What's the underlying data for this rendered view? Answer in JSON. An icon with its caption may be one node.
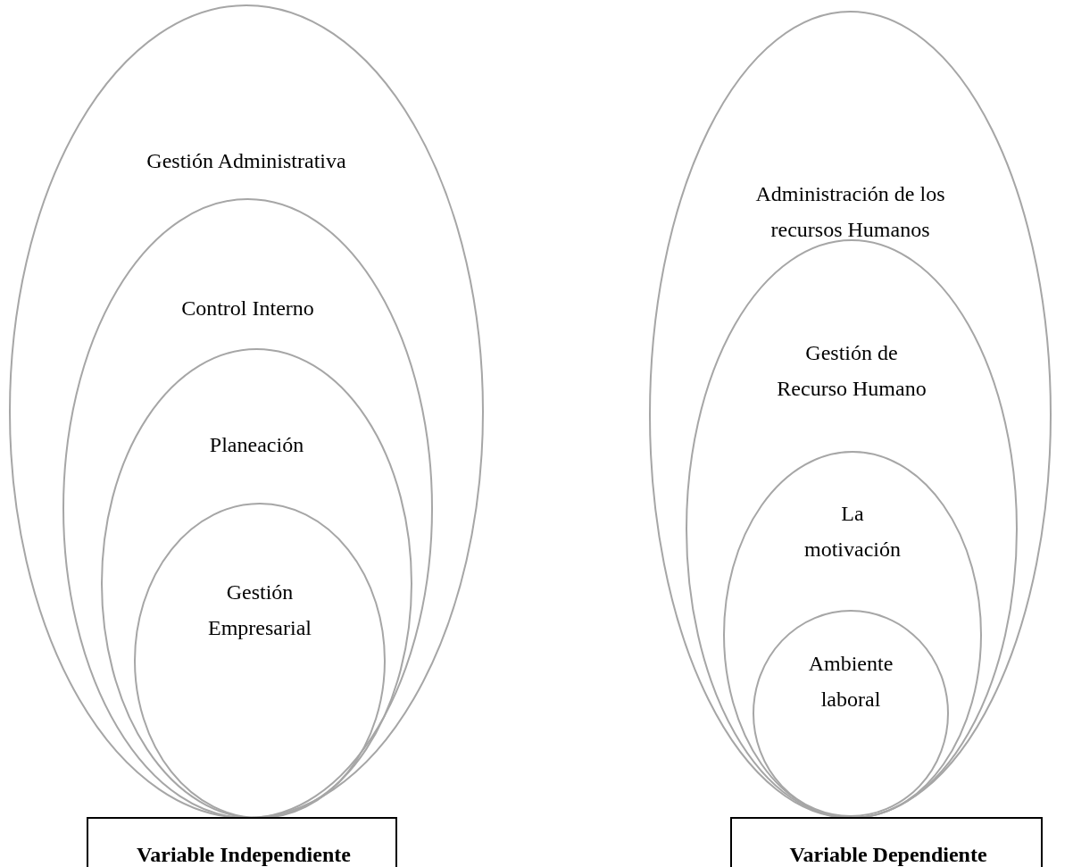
{
  "diagram": {
    "nodes": [
      {
        "text": [
          "Gestión Administrativa"
        ]
      },
      {
        "text": [
          "Control Interno"
        ],
        "in": 0
      },
      {
        "text": [
          "Planeación"
        ],
        "in": 1
      },
      {
        "text": [
          "Gestión Empresarial"
        ],
        "in": 2
      },
      {
        "text": [
          "Variable Independiente"
        ]
      },
      {
        "text": [
          "Administración de los recursos Humanos"
        ]
      },
      {
        "text": [
          "Gestión de Recurso Humano"
        ],
        "in": 5
      },
      {
        "text": [
          "La motivación"
        ],
        "in": 6
      },
      {
        "text": [
          "Ambiente laboral"
        ],
        "in": 7
      },
      {
        "text": [
          "Variable Dependiente"
        ]
      }
    ]
  }
}
